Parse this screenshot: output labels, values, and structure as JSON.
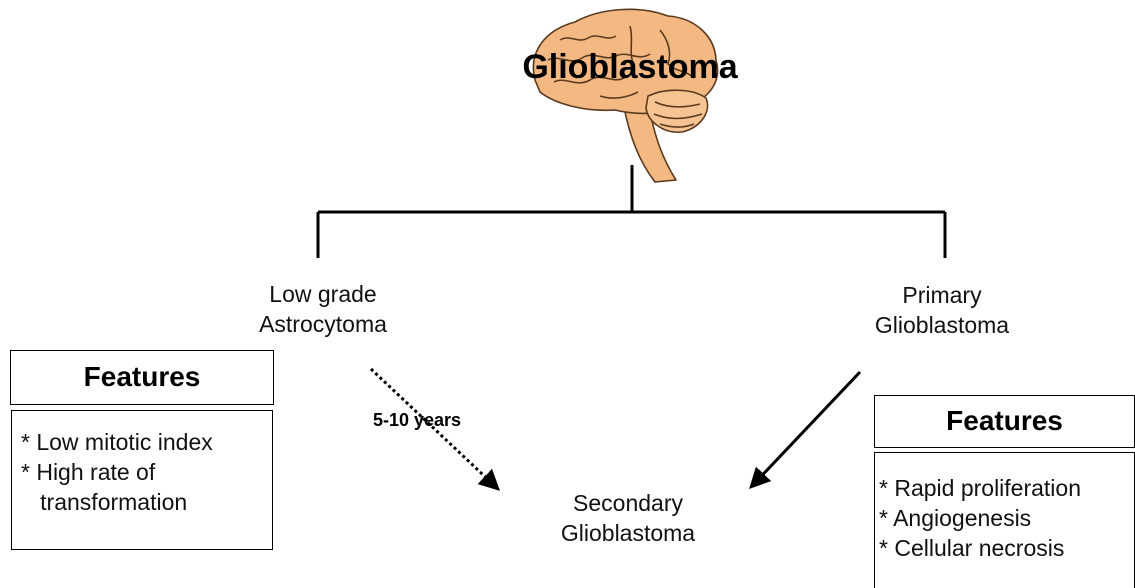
{
  "title": "Glioblastoma",
  "icon": "brain-icon",
  "colors": {
    "brain_fill": "#f4b882",
    "brain_stroke": "#5a3a1e",
    "lines": "#000000"
  },
  "nodes": {
    "low_grade": [
      "Low grade",
      "Astrocytoma"
    ],
    "primary": [
      "Primary",
      "Glioblastoma"
    ],
    "secondary": [
      "Secondary",
      "Glioblastoma"
    ]
  },
  "transition_label": "5-10 years",
  "features_left": {
    "header": "Features",
    "items": [
      "* Low mitotic index",
      "* High rate of",
      "   transformation"
    ]
  },
  "features_right": {
    "header": "Features",
    "items": [
      "* Rapid proliferation",
      "* Angiogenesis",
      "* Cellular necrosis"
    ]
  }
}
